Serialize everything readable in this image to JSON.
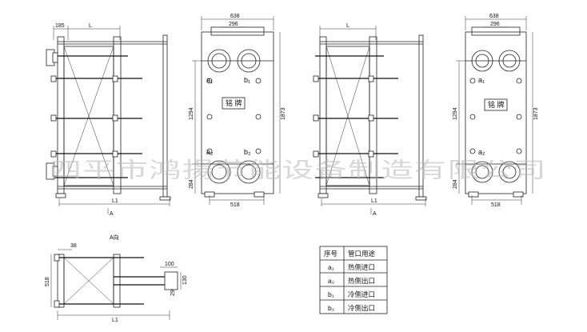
{
  "dimensions": {
    "w185": "185",
    "L": "L",
    "w638": "638",
    "w296": "296",
    "h1294": "1294",
    "h1873": "1873",
    "h284": "284",
    "w518": "518",
    "L1": "L1",
    "w38": "38",
    "w100": "100",
    "h130": "130",
    "h518": "518",
    "h29": "29"
  },
  "ports": {
    "a1": "a₁",
    "b1": "b₁",
    "a2": "a₂",
    "b2": "b₂"
  },
  "nameplate": "铭 牌",
  "view_arrow": "A",
  "view_label": "A向",
  "watermark": "四平市鸿揚节能设备制造有限公司",
  "table": {
    "headers": [
      "序号",
      "管口用途"
    ],
    "rows": [
      {
        "id": "a₁",
        "use": "热侧进口"
      },
      {
        "id": "a₂",
        "use": "热侧出口"
      },
      {
        "id": "b₁",
        "use": "冷侧进口"
      },
      {
        "id": "b₂",
        "use": "冷侧出口"
      }
    ]
  },
  "colors": {
    "line": "#222222",
    "background": "#ffffff",
    "watermark": "#b7b7b7"
  }
}
